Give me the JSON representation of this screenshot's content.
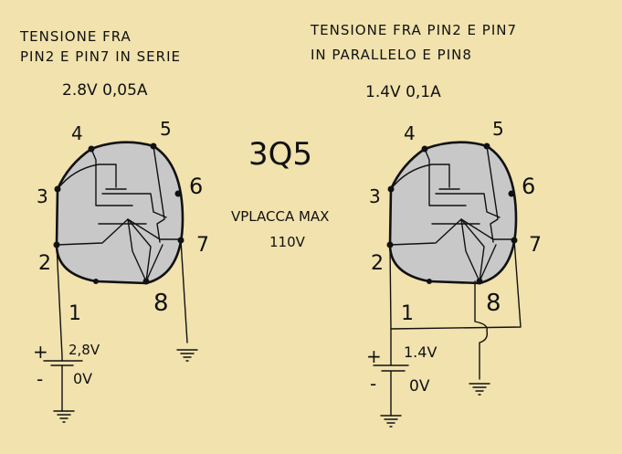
{
  "left": {
    "title_line1": "TENSIONE FRA",
    "title_line2": "PIN2 E PIN7 IN SERIE",
    "values": "2.8V  0,05A",
    "supply_voltage": "2,8V",
    "ground_voltage": "0V",
    "plus": "+",
    "minus": "-"
  },
  "right": {
    "title_line1": "TENSIONE FRA PIN2 E PIN7",
    "title_line2": "IN PARALLELO E PIN8",
    "values": "1.4V   0,1A",
    "supply_voltage": "1.4V",
    "ground_voltage": "0V",
    "plus": "+",
    "minus": "-"
  },
  "center": {
    "tube_name": "3Q5",
    "vplacca_label": "VPLACCA MAX",
    "vplacca_value": "110V"
  },
  "pins": [
    "1",
    "2",
    "3",
    "4",
    "5",
    "6",
    "7",
    "8"
  ],
  "colors": {
    "background": "#f1e2ae",
    "tube_fill": "#c8c8c8",
    "ink": "#111111"
  }
}
